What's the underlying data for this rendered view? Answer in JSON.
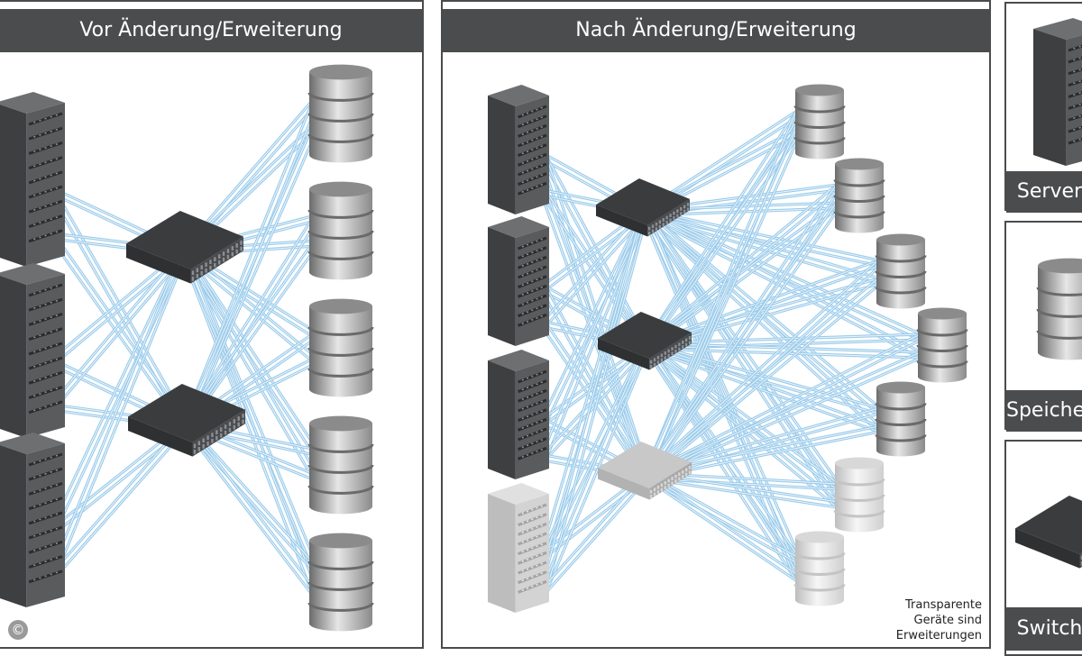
{
  "panels": {
    "before": {
      "title": "Vor Änderung/Erweiterung"
    },
    "after": {
      "title": "Nach Änderung/Erweiterung",
      "note": [
        "Transparente",
        "Geräte sind",
        "Erweiterungen"
      ]
    }
  },
  "legend": {
    "server": "Server",
    "storage": "Speicher",
    "switch": "Switch"
  },
  "copyright": "©",
  "colors": {
    "bar": "#4b4c4e",
    "link": "#9ccbea",
    "link_highlight": "#e9f5fc",
    "device_dark": "#4a4b4d",
    "device_transparent": "#c4c4c4"
  }
}
